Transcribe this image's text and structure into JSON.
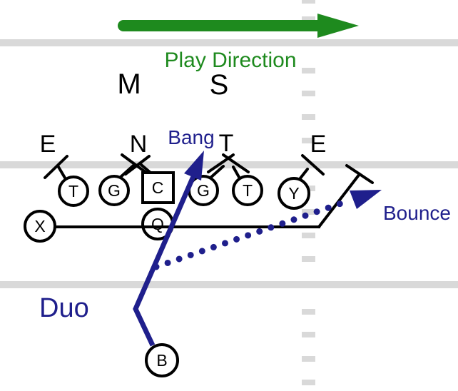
{
  "labels": {
    "play_direction": "Play Direction",
    "duo": "Duo",
    "bang": "Bang",
    "bounce": "Bounce"
  },
  "defense": {
    "mike": "M",
    "sam": "S",
    "left_end": "E",
    "nose": "N",
    "tackle": "T",
    "right_end": "E"
  },
  "offense": {
    "x_receiver": "X",
    "left_tackle": "T",
    "left_guard": "G",
    "center": "C",
    "right_guard": "G",
    "right_tackle": "T",
    "y_tight_end": "Y",
    "quarterback": "Q",
    "back": "B"
  },
  "colors": {
    "green": "#1e8a1e",
    "navy": "#1f1f8c",
    "gray": "#d9d9d9",
    "black": "#000000"
  }
}
